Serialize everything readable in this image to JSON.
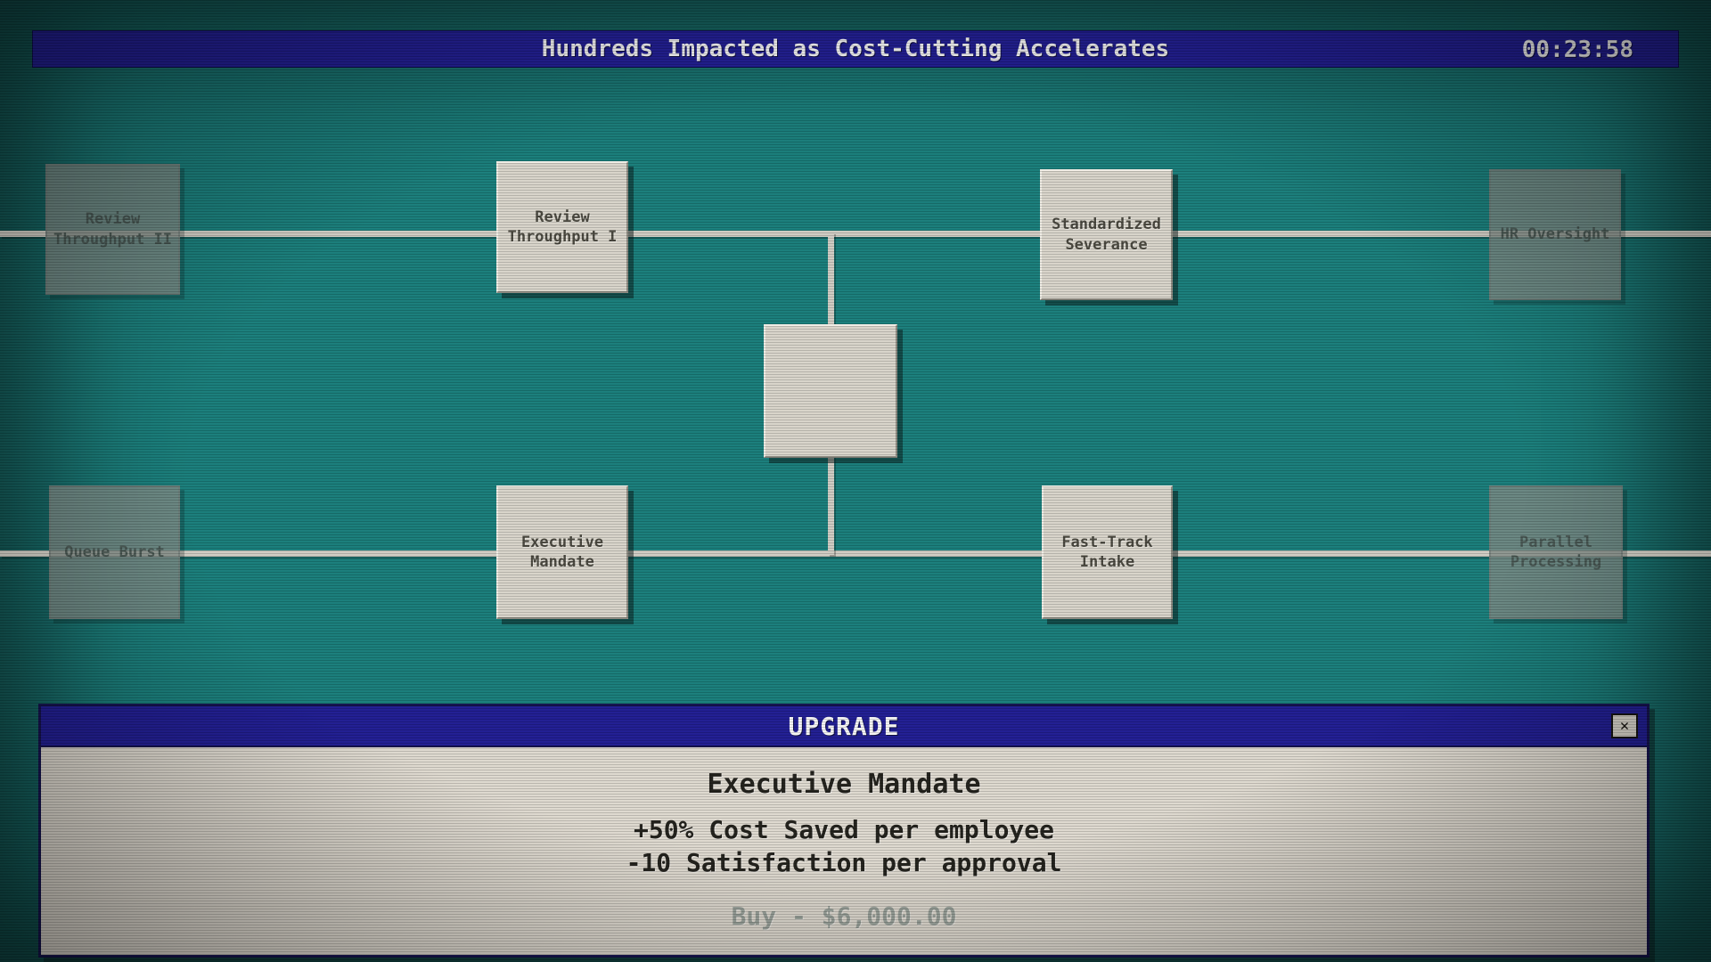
{
  "header": {
    "title": "Hundreds Impacted as Cost-Cutting Accelerates",
    "timer": "00:23:58"
  },
  "tree": {
    "nodes": [
      {
        "label": "Review Throughput II",
        "state": "locked"
      },
      {
        "label": "Review Throughput I",
        "state": "available"
      },
      {
        "label": "Standardized Severance",
        "state": "available"
      },
      {
        "label": "HR Oversight",
        "state": "locked"
      },
      {
        "label": "",
        "state": "available"
      },
      {
        "label": "Queue Burst",
        "state": "locked"
      },
      {
        "label": "Executive Mandate",
        "state": "available"
      },
      {
        "label": "Fast-Track Intake",
        "state": "available"
      },
      {
        "label": "Parallel Processing",
        "state": "locked"
      }
    ]
  },
  "dialog": {
    "title": "UPGRADE",
    "close_label": "✕",
    "upgrade_name": "Executive Mandate",
    "effects": [
      "+50% Cost Saved per employee",
      "-10 Satisfaction per approval"
    ],
    "buy_label": "Buy - $6,000.00",
    "buy_enabled": false
  },
  "colors": {
    "background": "#1a7e7b",
    "titlebar": "#211e93",
    "node": "#d8d4ca",
    "node_locked": "#7e8985",
    "connector": "#cfccc3",
    "dialog_body": "#ded9cf",
    "buy_disabled_text": "#9aa29b"
  }
}
